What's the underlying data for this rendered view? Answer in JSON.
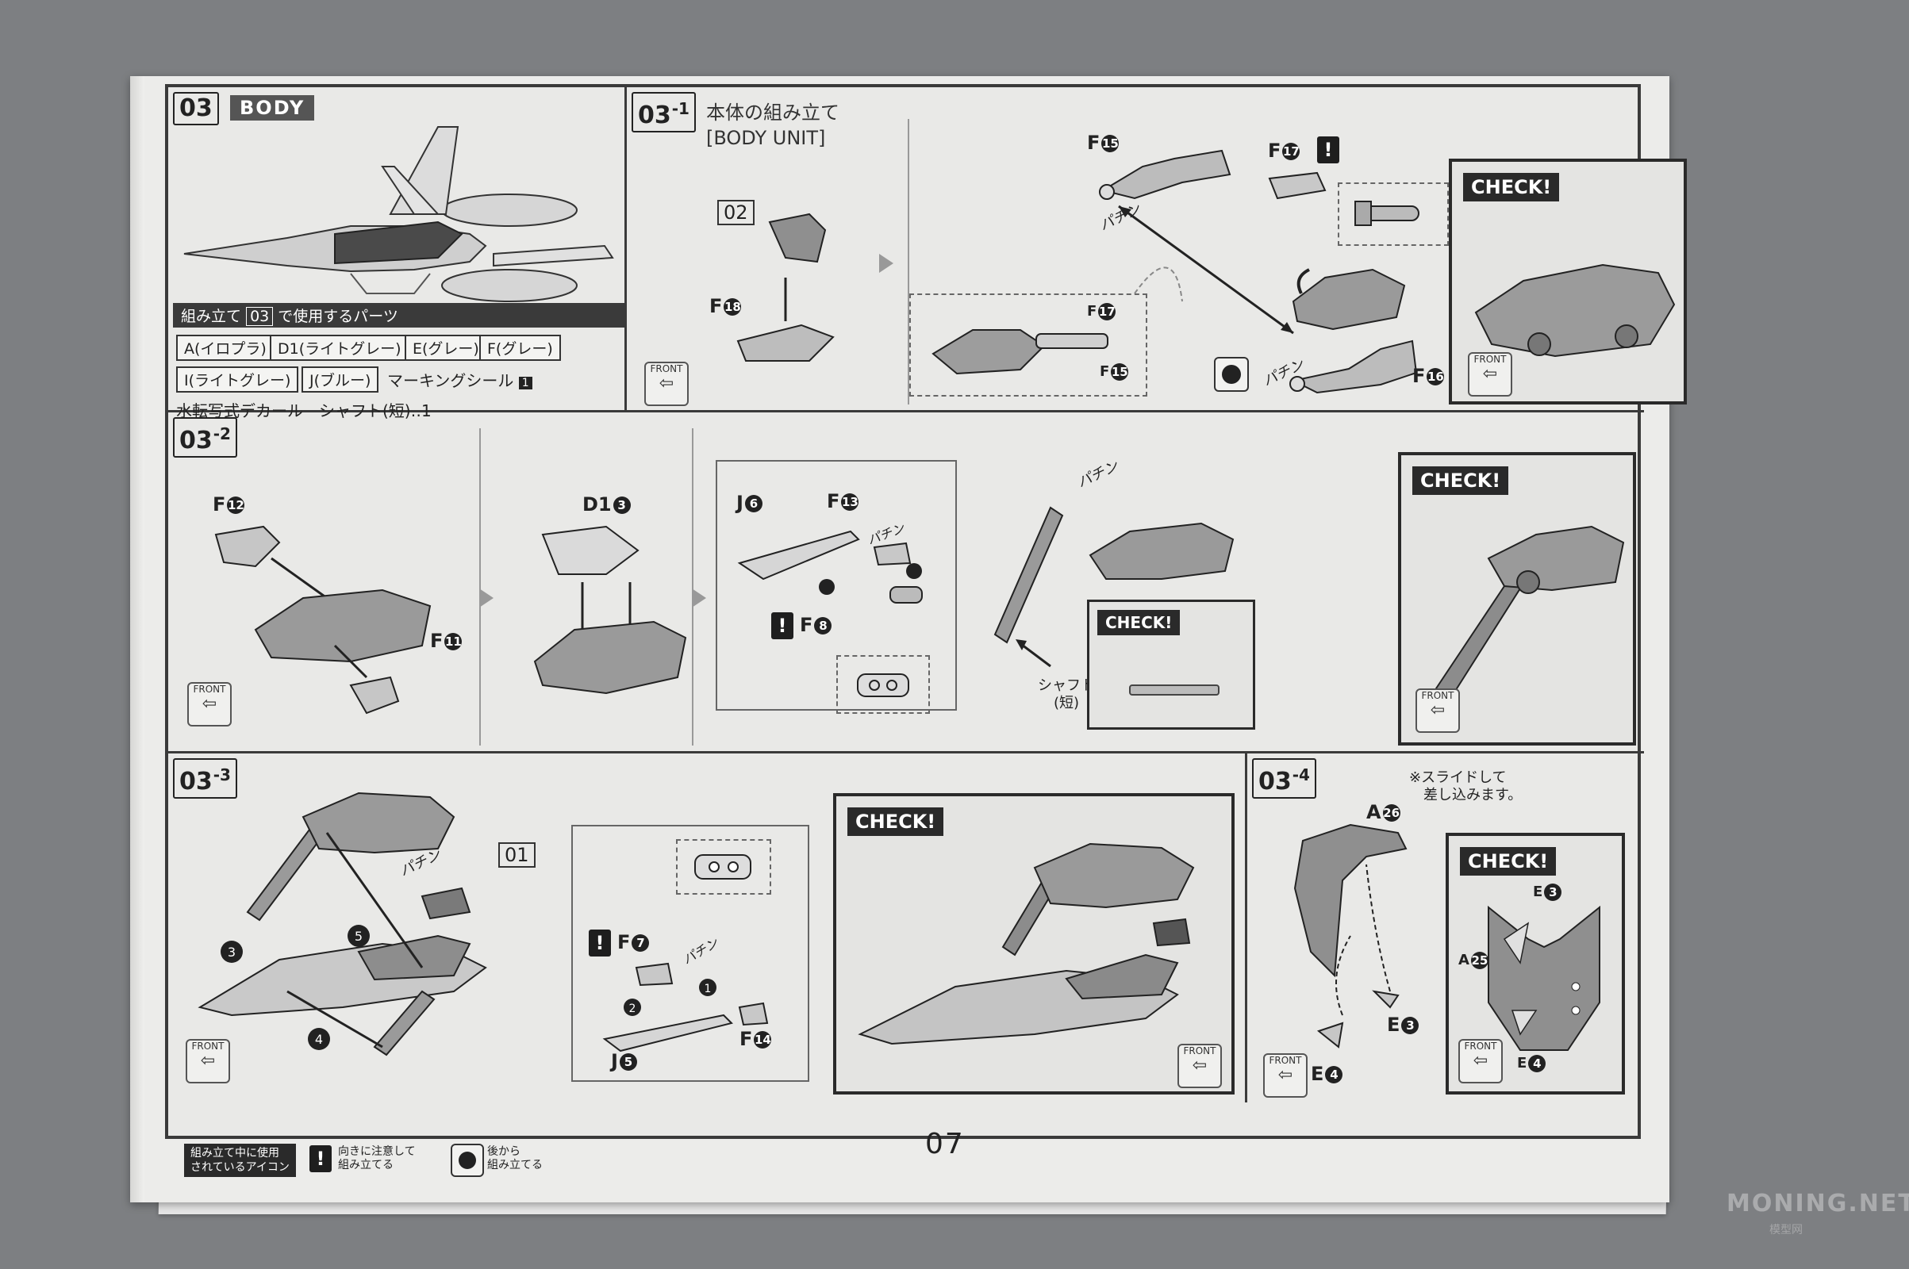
{
  "page": {
    "number": "07",
    "watermark": "MONING.NET",
    "watermark_sub": "模型网"
  },
  "step03": {
    "tag": "03",
    "body_label": "BODY",
    "parts_bar_prefix": "組み立て",
    "parts_bar_num": "03",
    "parts_bar_suffix": "で使用するパーツ",
    "parts": [
      "A(イロプラ)",
      "D1(ライトグレー)",
      "E(グレー)",
      "F(グレー)",
      "I(ライトグレー)",
      "J(ブルー)"
    ],
    "marking_seal": "マーキングシール",
    "marking_num": "1",
    "decal_line": "水転写式デカール　シャフト(短)‥1"
  },
  "step03_1": {
    "tag": "03",
    "tag_sub": "-1",
    "title": "本体の組み立て\n[BODY UNIT]",
    "callouts": {
      "part02": "02",
      "f18": "F",
      "f18n": "18",
      "f15": "F",
      "f15n": "15",
      "f17": "F",
      "f17n": "17",
      "f16": "F",
      "f16n": "16",
      "inset_f17": "F",
      "inset_f17n": "17",
      "inset_f15": "F",
      "inset_f15n": "15",
      "snap1": "パチン",
      "snap2": "パチン"
    },
    "check": "CHECK!",
    "front": "FRONT"
  },
  "step03_2": {
    "tag": "03",
    "tag_sub": "-2",
    "callouts": {
      "f12": "F",
      "f12n": "12",
      "f11": "F",
      "f11n": "11",
      "d13": "D1",
      "d13n": "3",
      "j6": "J",
      "j6n": "6",
      "f13": "F",
      "f13n": "13",
      "f8": "F",
      "f8n": "8",
      "snap": "パチン",
      "snap2": "パチン"
    },
    "shaft_label": "シャフト\n(短)",
    "check_small": "CHECK!",
    "check": "CHECK!",
    "front": "FRONT"
  },
  "step03_3": {
    "tag": "03",
    "tag_sub": "-3",
    "callouts": {
      "part01": "01",
      "f7": "F",
      "f7n": "7",
      "j5": "J",
      "j5n": "5",
      "f14": "F",
      "f14n": "14",
      "snap": "パチン",
      "snap2": "パチン"
    },
    "check": "CHECK!",
    "front": "FRONT"
  },
  "step03_4": {
    "tag": "03",
    "tag_sub": "-4",
    "note": "※スライドして\n　差し込みます。",
    "callouts": {
      "a26": "A",
      "a26n": "26",
      "e3": "E",
      "e3n": "3",
      "e4": "E",
      "e4n": "4",
      "chk_e3": "E",
      "chk_e3n": "3",
      "chk_a25": "A",
      "chk_a25n": "25",
      "chk_e4": "E",
      "chk_e4n": "4"
    },
    "check": "CHECK!",
    "front": "FRONT"
  },
  "legend": {
    "title": "組み立て中に使用\nされているアイコン",
    "warn_text": "向きに注意して\n組み立てる",
    "back_text": "後から\n組み立てる"
  }
}
